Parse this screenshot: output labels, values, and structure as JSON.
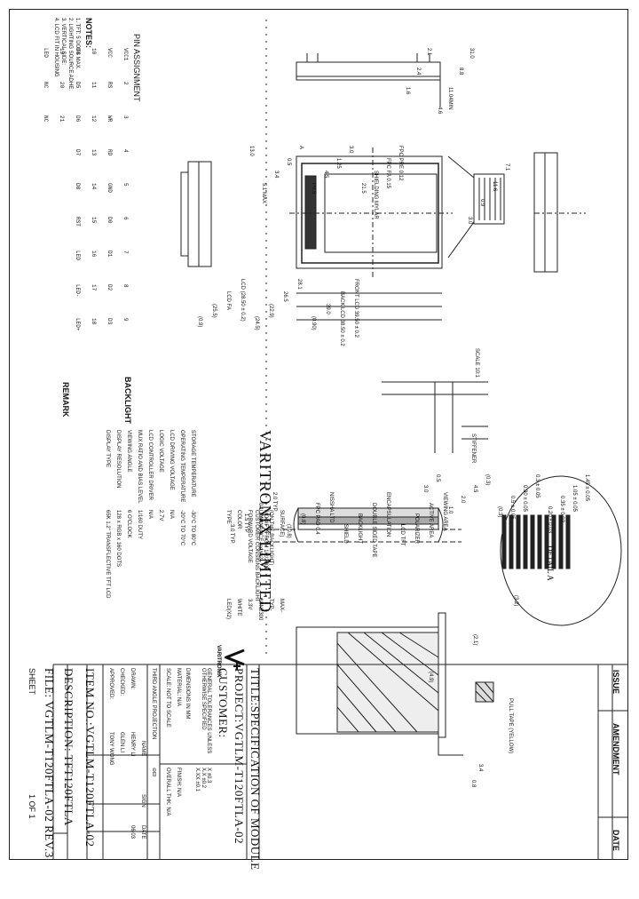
{
  "title_block": {
    "title": "TITLE:SPECIFICATION OF MODULE",
    "project": "PROJECT:VGTLM-T120FTLA-02",
    "customer": "CUSTOMER:",
    "general_tolerances": "GENERAL TOLERANCES UNLESS\nOTHERWISE SPECIFIED",
    "tolerance_values": "X ±0.3\nX.X ±0.2\nX.XX ±0.1",
    "dimensions": "DIMENSIONS IN MM",
    "material": "MATERIAL: N/A",
    "finish": "FINISH: N/A",
    "scale": "SCALE: NOT TO SCALE",
    "overall_thk": "OVERALL THK: N/A",
    "projection": "THIRD ANGLE PROJECTION",
    "name_col": "NAME",
    "sign_col": "SIGN",
    "date_col": "DATE",
    "drawn": "DRAWN:",
    "drawn_name": "HENRY LI",
    "drawn_date": "06.03",
    "checked": "CHECKED:",
    "checked_name": "GLEN LI",
    "approved": "APPROVED:",
    "approved_name": "TONY WONG",
    "item_no": "ITEM NO.:VGTLM-T120FTLA-02",
    "description": "DESCRIPTION: TFT120FTLA",
    "file": "FILE: VGTLM-T120FTLA-02 REV.3",
    "sheet": "SHEET",
    "sheet_no": "1 OF 1"
  },
  "revision": {
    "header": "ISSUE",
    "amendment": "AMENDMENT",
    "date": "DATE"
  },
  "company": {
    "name": "VARITRONIX LIMITED",
    "logo_text": "VARITRONIX"
  },
  "notes": {
    "heading": "NOTES:",
    "lines": [
      "1. TFT: 5 DOTS MAX.",
      "2. LIGHTING SOURCE ADHE.",
      "3. VERTICAL SIDE:",
      "4. LCD FIT IN HOUSING"
    ]
  },
  "pin_assignment": {
    "heading": "PIN ASSIGNMENT",
    "rows": [
      [
        "VCC1",
        "2",
        "3",
        "4",
        "5",
        "6",
        "7",
        "8",
        "9"
      ],
      [
        "VCC",
        "RS",
        "WR",
        "RD",
        "GND",
        "D0",
        "D1",
        "D2",
        "D3"
      ],
      [
        "10",
        "11",
        "12",
        "13",
        "14",
        "15",
        "16",
        "17",
        "18"
      ],
      [
        "D4",
        "D5",
        "D6",
        "D7",
        "D8",
        "RST",
        "LED",
        "LED-",
        "LED+"
      ],
      [
        "19",
        "20",
        "21"
      ],
      [
        "LED",
        "NC",
        "NC"
      ]
    ]
  },
  "specs": [
    {
      "label": "DISPLAY TYPE",
      "value": "65K 1.2\" TRANSFLECTIVE TFT LCD"
    },
    {
      "label": "DISPLAY RESOLUTION",
      "value": "128 x RGB x 160 DOTS"
    },
    {
      "label": "VIEWING ANGLE",
      "value": "6 O'CLOCK"
    },
    {
      "label": "MUX RATIO AND BIAS LEVEL",
      "value": "1/160 DUTY"
    },
    {
      "label": "LCD CONTROLLER DRIVER",
      "value": "N/A"
    },
    {
      "label": "LOGIC VOLTAGE",
      "value": "2.7V"
    },
    {
      "label": "LCD DRIVING VOLTAGE",
      "value": "N/A"
    },
    {
      "label": "OPERATING TEMPERATURE",
      "value": "-20°C TO 70°C"
    },
    {
      "label": "STORAGE TEMPERATURE",
      "value": "-30°C TO 80°C"
    }
  ],
  "backlight": {
    "heading": "BACKLIGHT",
    "rows": [
      {
        "label": "TYPE",
        "value": "LED(X2)"
      },
      {
        "label": "COLOR",
        "value": "WHITE"
      },
      {
        "label": "FORWARD VOLTAGE",
        "value": "3.3V"
      },
      {
        "label": "LUMINANCE (cd/m2)",
        "value": "MIN2300"
      },
      {
        "label": "(ON THE BACKLIGHT)",
        "value": "TYP-"
      },
      {
        "label": "SURFACE)",
        "value": "MAX-"
      }
    ]
  },
  "remark": {
    "heading": "REMARK",
    "lines": [
      "CUSTOMER CONSIGNS BACKLIGHT",
      "MODIFY FROM 1/2/2002"
    ]
  },
  "views": {
    "front_dims": [
      "FRONT LCD 39.50 ± 0.2",
      "BACK LCD 38.50 ± 0.2",
      "39.0",
      "(0.90)",
      "28.1",
      "26.5",
      "(22.9)",
      "(24.5)",
      "LCD (28.50 ± 0.2)",
      "LCD FA",
      "(25.5)",
      "(0.9)"
    ],
    "top_dims": [
      "31.0",
      "8.8",
      "11.04MIN",
      "4.6",
      "2.1",
      "2.4",
      "1.6"
    ],
    "fpc_labels": [
      "FPC PRE 0.12",
      "FPC FA 0.15",
      "SHIELDING MYLAR",
      "21.5",
      "3.0",
      "1.25",
      "4.5",
      "P0.5",
      "A",
      "0.5",
      "3.4",
      "5.1 MAX",
      "13.0"
    ],
    "side_dims": [
      "7.1",
      "11.6",
      "0.9",
      "3.0"
    ],
    "detail_dims": [
      "1.45 ± 0.05",
      "1.05 ± 0.05",
      "0.35 ± 0.03",
      "0.20 ± 0.03",
      "0.3 ± 0.05",
      "0.30 ± 0.05",
      "0.5 ± 0.05",
      "(0.3)",
      "(0.3)",
      "4.5",
      "2.0",
      "1.0",
      "0.5",
      "3.0"
    ],
    "detail_title": "DETAIL A",
    "scale_note": "SCALE 10:1",
    "stiffener": "STIFFENER",
    "lcd_labels": [
      "VIEWING AREA",
      "ACTIVE AREA",
      "POLARIZER",
      "LCD TFT",
      "ENCAPSULATION",
      "DOUBLE SIDED TAPE",
      "BACKLIGHT",
      "SHIELD",
      "NISSHA LTD",
      "FPC PAD 0.4",
      "(0.8)",
      "(10.8)",
      "2.0 TYP",
      "0.1 TYP",
      "1.5 TYP",
      "3.0 TYP"
    ],
    "bottom_labels": [
      "PULL TAPE (YELLOW)",
      "(3.2)",
      "(2.1)",
      "3.4",
      "0.8",
      "(4.9)"
    ]
  }
}
